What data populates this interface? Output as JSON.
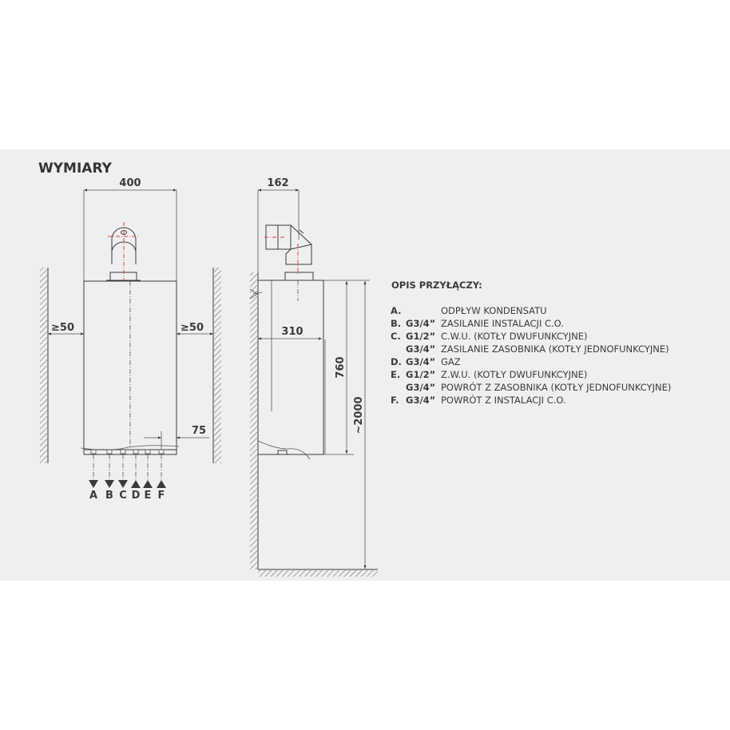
{
  "title": "WYMIARY",
  "front_view": {
    "width_label": "400",
    "left_clearance": "≥50",
    "right_clearance": "≥50",
    "offset_label": "75",
    "connections": [
      "A",
      "B",
      "C",
      "D",
      "E",
      "F"
    ]
  },
  "side_view": {
    "flue_depth_label": "162",
    "depth_label": "310",
    "height_label": "760",
    "mount_height_label": "~2000"
  },
  "legend": {
    "title": "OPIS PRZYŁĄCZY:",
    "rows": [
      {
        "letter": "A.",
        "code": "",
        "desc": "ODPŁYW KONDENSATU"
      },
      {
        "letter": "B.",
        "code": "G3/4”",
        "desc": "ZASILANIE INSTALACJI C.O."
      },
      {
        "letter": "C.",
        "code": "G1/2”",
        "desc": "C.W.U. (KOTŁY DWUFUNKCYJNE)"
      },
      {
        "letter": "",
        "code": "G3/4”",
        "desc": "ZASILANIE ZASOBNIKA (KOTŁY JEDNOFUNKCYJNE)"
      },
      {
        "letter": "D.",
        "code": "G3/4”",
        "desc": "GAZ"
      },
      {
        "letter": "E.",
        "code": "G1/2”",
        "desc": "Z.W.U. (KOTŁY DWUFUNKCYJNE)"
      },
      {
        "letter": "",
        "code": "G3/4”",
        "desc": "POWRÓT Z ZASOBNIKA (KOTŁY JEDNOFUNKCYJNE)"
      },
      {
        "letter": "F.",
        "code": "G3/4”",
        "desc": "POWRÓT Z INSTALACJI C.O."
      }
    ]
  },
  "colors": {
    "background": "#eef0f0",
    "line": "#3a3a3a",
    "axis": "#e04040"
  }
}
